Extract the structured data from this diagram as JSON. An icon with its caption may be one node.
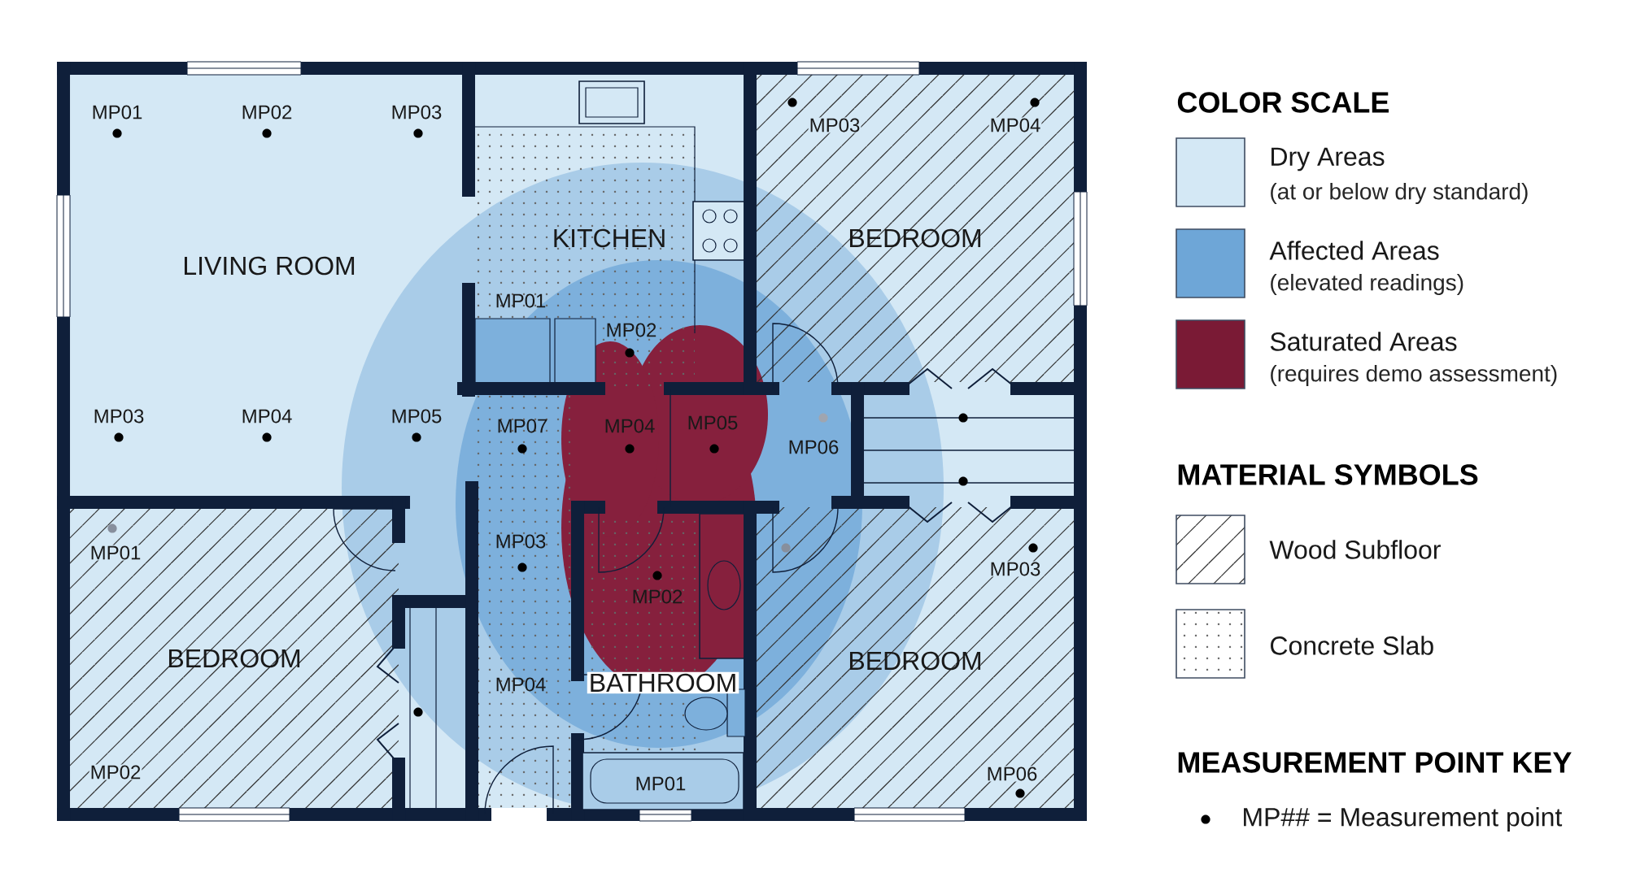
{
  "diagram": {
    "nodes": [
      {
        "text": [
          "LIVING ROOM"
        ]
      },
      {
        "text": [
          "KITCHEN"
        ]
      },
      {
        "text": [
          "BEDROOM"
        ]
      },
      {
        "text": [
          "BEDROOM"
        ]
      },
      {
        "text": [
          "BATHROOM"
        ]
      },
      {
        "text": [
          "BEDROOM"
        ]
      }
    ],
    "labels": [
      "MP01",
      "MP02",
      "MP03",
      "MP03",
      "MP04",
      "MP01",
      "MP02",
      "MP03",
      "MP04",
      "MP05",
      "MP07",
      "MP04",
      "MP05",
      "MP06",
      "MP01",
      "MP03",
      "MP03",
      "MP02",
      "MP04",
      "MP02",
      "MP06",
      "MP01",
      "COLOR SCALE",
      "(at or below dry standard)",
      "(elevated readings)",
      "(requires demo assessment)",
      "MATERIAL SYMBOLS",
      "MEASUREMENT POINT KEY"
    ],
    "legend": [
      {
        "text": "Dry Areas",
        "color": "#d4e8f5"
      },
      {
        "text": "Affected Areas",
        "color": "#6ea6d7"
      },
      {
        "text": "Saturated Areas",
        "color": "#7a1a35"
      },
      {
        "text": "Wood Subfloor"
      },
      {
        "text": "Concrete Slab"
      },
      {
        "text": "MP## = Measurement point"
      }
    ]
  }
}
